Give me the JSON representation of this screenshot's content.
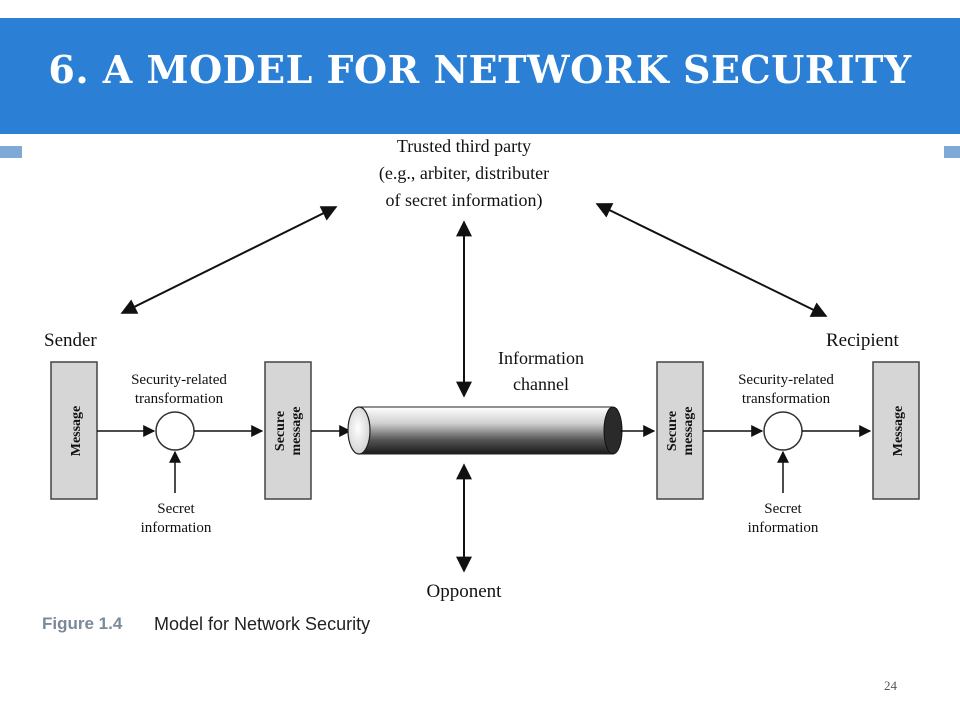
{
  "slide": {
    "title": "6. A MODEL FOR NETWORK SECURITY",
    "page_number": "24"
  },
  "diagram": {
    "trusted_party": {
      "line1": "Trusted third party",
      "line2": "(e.g., arbiter, distributer",
      "line3": "of secret information)"
    },
    "sender": "Sender",
    "recipient": "Recipient",
    "channel": {
      "line1": "Information",
      "line2": "channel"
    },
    "opponent": "Opponent",
    "left_transform": {
      "line1": "Security-related",
      "line2": "transformation"
    },
    "right_transform": {
      "line1": "Security-related",
      "line2": "transformation"
    },
    "left_secret": {
      "line1": "Secret",
      "line2": "information"
    },
    "right_secret": {
      "line1": "Secret",
      "line2": "information"
    },
    "left_message": "Message",
    "right_message": "Message",
    "left_secure": {
      "line1": "Secure",
      "line2": "message"
    },
    "right_secure": {
      "line1": "Secure",
      "line2": "message"
    }
  },
  "caption": {
    "number": "Figure 1.4",
    "text": "Model for Network Security"
  },
  "colors": {
    "title_band": "#2b7fd4",
    "box_fill": "#d6d6d6",
    "box_stroke": "#444444"
  }
}
